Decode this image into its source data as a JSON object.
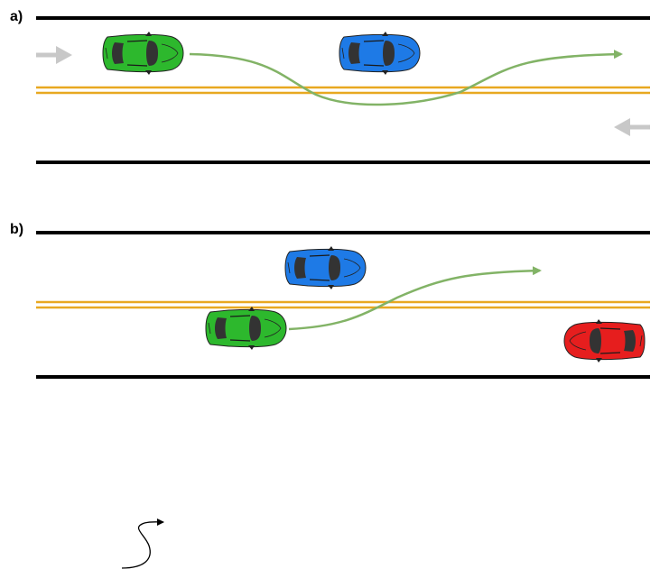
{
  "panels": [
    {
      "label": "a)",
      "cars": [
        {
          "name": "green-car",
          "color": "#2db82d"
        },
        {
          "name": "blue-car",
          "color": "#1e7ae6"
        }
      ],
      "direction_arrows": [
        "right-arrow-icon",
        "left-arrow-icon"
      ]
    },
    {
      "label": "b)",
      "cars": [
        {
          "name": "blue-car",
          "color": "#1e7ae6"
        },
        {
          "name": "green-car",
          "color": "#2db82d"
        },
        {
          "name": "red-car",
          "color": "#e61e1e"
        }
      ]
    }
  ],
  "colors": {
    "road_edge": "#000000",
    "center_line": "#e8a820",
    "trajectory": "#82b366",
    "direction_arrow": "#c8c8c8",
    "car_glass": "#333333"
  },
  "icons": [
    "car-icon",
    "trajectory-arrow",
    "s-curve-arrow-icon"
  ]
}
